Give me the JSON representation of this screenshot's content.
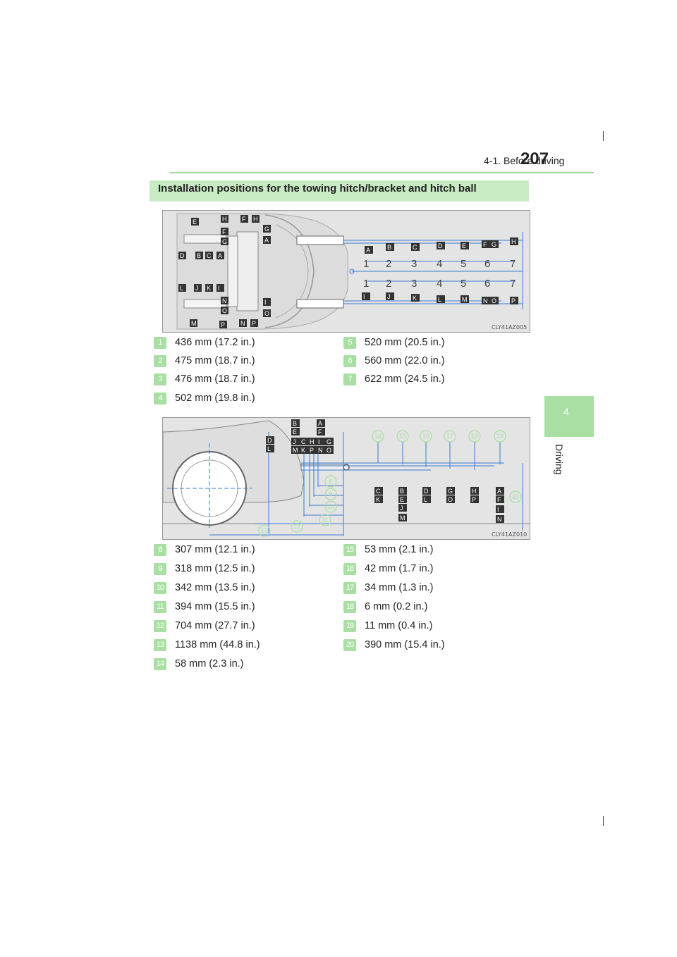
{
  "page": {
    "number": "207",
    "chapter": "4-1. Before driving",
    "side_tab_number": "4",
    "side_tab_label": "Driving"
  },
  "section_title": "Installation positions for the towing hitch/bracket and hitch ball",
  "figure_top": {
    "caption": "CLY41AZ005",
    "labels": [
      "A",
      "B",
      "C",
      "D",
      "E",
      "F",
      "G",
      "H",
      "I",
      "J",
      "K",
      "L",
      "M",
      "N",
      "O",
      "P"
    ],
    "callouts": [
      "1",
      "2",
      "3",
      "4",
      "5",
      "6",
      "7"
    ]
  },
  "figure_side": {
    "caption": "CLY41AZ010",
    "callouts": [
      "8",
      "9",
      "10",
      "11",
      "12",
      "13",
      "14",
      "15",
      "16",
      "17",
      "18",
      "19",
      "20"
    ]
  },
  "measurements_top": [
    {
      "num": "1",
      "text": "436 mm (17.2 in.)"
    },
    {
      "num": "2",
      "text": "475 mm (18.7 in.)"
    },
    {
      "num": "3",
      "text": "476 mm (18.7 in.)"
    },
    {
      "num": "4",
      "text": "502 mm (19.8 in.)"
    },
    {
      "num": "5",
      "text": "520 mm (20.5 in.)"
    },
    {
      "num": "6",
      "text": "560 mm (22.0 in.)"
    },
    {
      "num": "7",
      "text": "622 mm (24.5 in.)"
    }
  ],
  "measurements_side": [
    {
      "num": "8",
      "text": "307 mm (12.1 in.)"
    },
    {
      "num": "9",
      "text": "318 mm (12.5 in.)"
    },
    {
      "num": "10",
      "text": "342 mm (13.5 in.)"
    },
    {
      "num": "11",
      "text": "394 mm (15.5 in.)"
    },
    {
      "num": "12",
      "text": "704 mm (27.7 in.)"
    },
    {
      "num": "13",
      "text": "1138 mm (44.8 in.)"
    },
    {
      "num": "14",
      "text": "58 mm (2.3 in.)"
    },
    {
      "num": "15",
      "text": "53 mm (2.1 in.)"
    },
    {
      "num": "16",
      "text": "42 mm (1.7 in.)"
    },
    {
      "num": "17",
      "text": "34 mm (1.3 in.)"
    },
    {
      "num": "18",
      "text": "6 mm (0.2 in.)"
    },
    {
      "num": "19",
      "text": "11 mm (0.4 in.)"
    },
    {
      "num": "20",
      "text": "390 mm (15.4 in.)"
    }
  ]
}
